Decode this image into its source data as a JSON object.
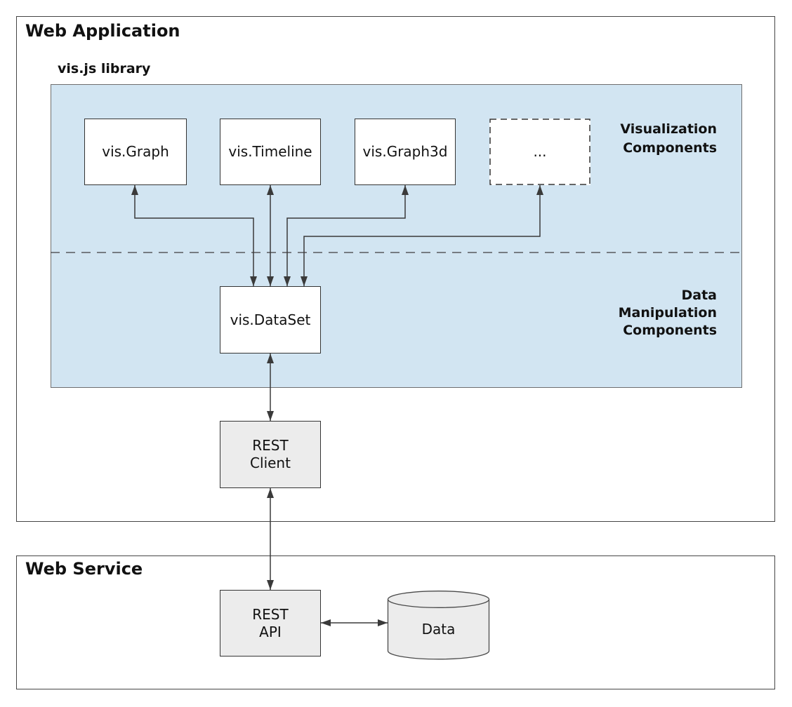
{
  "web_application": {
    "title": "Web Application"
  },
  "web_service": {
    "title": "Web Service"
  },
  "visjs_library": {
    "title": "vis.js library"
  },
  "visualization_boxes": [
    {
      "label": "vis.Graph"
    },
    {
      "label": "vis.Timeline"
    },
    {
      "label": "vis.Graph3d"
    },
    {
      "label": "..."
    }
  ],
  "visualization_label": {
    "lines": [
      "Visualization",
      "Components"
    ]
  },
  "data_manipulation_label": {
    "lines": [
      "Data",
      "Manipulation",
      "Components"
    ]
  },
  "dataset_box": {
    "label": "vis.DataSet"
  },
  "rest_client": {
    "lines": [
      "REST",
      "Client"
    ]
  },
  "rest_api": {
    "lines": [
      "REST",
      "API"
    ]
  },
  "database": {
    "label": "Data"
  },
  "colors": {
    "component_area_fill": "#d2e5f2",
    "service_box_fill": "#ececec",
    "box_fill": "#ffffff",
    "box_border": "#343434",
    "container_border": "#454545",
    "connector": "#3a3a3a",
    "text": "#111111"
  }
}
